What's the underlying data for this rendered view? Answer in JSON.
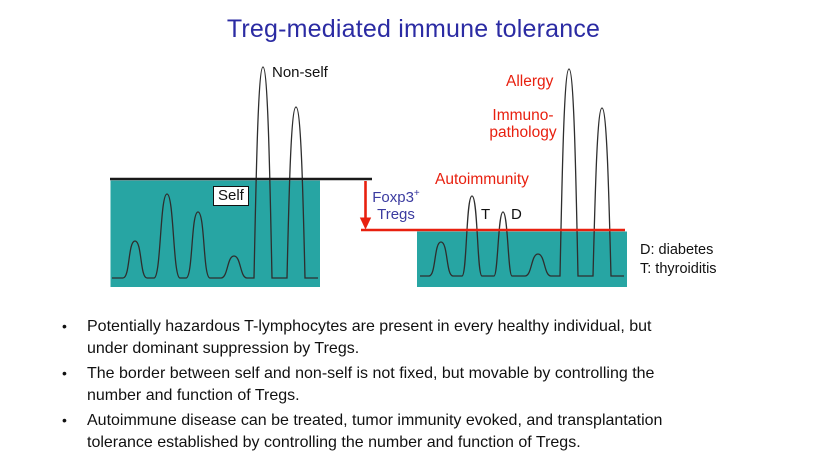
{
  "title": "Treg-mediated immune tolerance",
  "diagram": {
    "labels": {
      "nonself": "Non-self",
      "self": "Self",
      "allergy": "Allergy",
      "immunopathology": "Immuno-\npathology",
      "autoimmunity": "Autoimmunity",
      "t_marker": "T",
      "d_marker": "D",
      "foxp3": "Foxp3",
      "foxp3_sup": "+",
      "tregs": "Tregs",
      "legend_d": "D: diabetes",
      "legend_t": "T: thyroiditis"
    },
    "colors": {
      "teal": "#27A5A3",
      "red": "#E8200F",
      "title_blue": "#2B2BA3",
      "tregs_blue": "#3B3BA0",
      "peak_outline": "#2E2E2E",
      "border_black": "#1A1A1A"
    }
  },
  "bullets": [
    {
      "marker": "•",
      "text": "Potentially hazardous T-lymphocytes are present in every healthy individual, but\nunder dominant suppression by Tregs."
    },
    {
      "marker": "•",
      "text": "The border between self and non-self is not fixed, but movable by controlling the\nnumber and function of Tregs."
    },
    {
      "marker": "•",
      "text": "Autoimmune disease can be treated, tumor immunity evoked, and transplantation\ntolerance established by controlling the number and function of Tregs."
    }
  ]
}
